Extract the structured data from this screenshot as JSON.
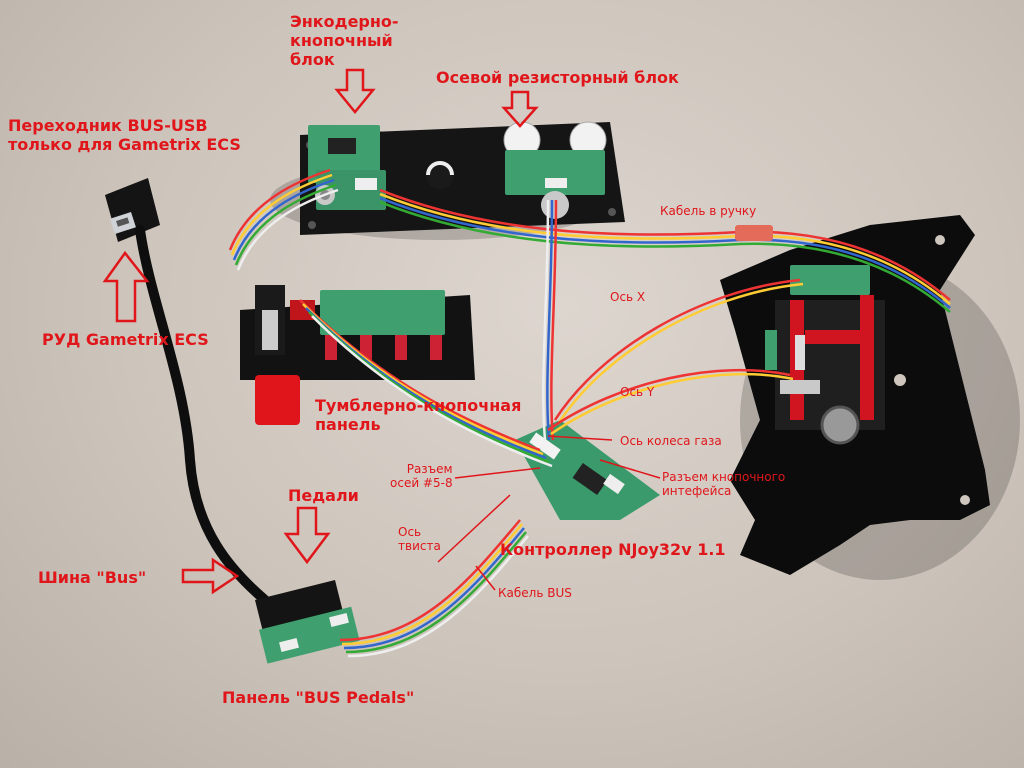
{
  "colors": {
    "label_red": "#e0161b",
    "panel_black": "#151515",
    "pcb_green": "#3f9f6f",
    "background": "#cfc6bd"
  },
  "labels": {
    "encoder_block": "Энкодерно-\nкнопочный\nблок",
    "axis_resistor_block": "Осевой резисторный блок",
    "adapter": "Переходник BUS-USB\nтолько для Gametrix ECS",
    "rud": "РУД Gametrix ECS",
    "toggle_panel": "Тумблерно-кнопочная\nпанель",
    "cable_to_handle": "Кабель в ручку",
    "axis_x": "Ось X",
    "axis_y": "Ось Y",
    "throttle_wheel_axis": "Ось колеса газа",
    "axes_connector": "Разъем\nосей #5-8",
    "button_interface_connector": "Разъем кнопочного\nинтефейса",
    "twist_axis": "Ось\nтвиста",
    "controller": "Контроллер NJoy32v 1.1",
    "bus_cable": "Кабель BUS",
    "pedals": "Педали",
    "bus_line": "Шина \"Bus\"",
    "bus_pedals_panel": "Панель \"BUS Pedals\""
  }
}
